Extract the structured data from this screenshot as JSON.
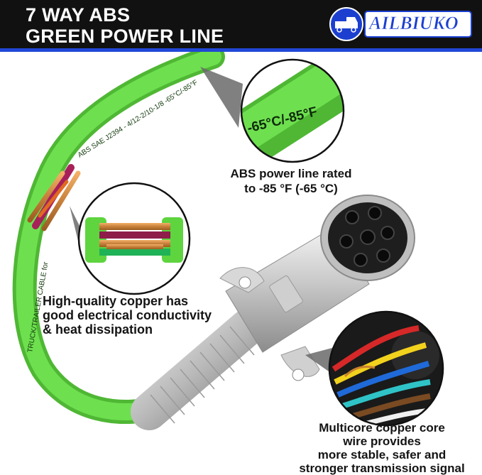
{
  "header": {
    "title_line1": "7 WAY ABS",
    "title_line2": "GREEN POWER LINE",
    "brand": "AILBIUKO"
  },
  "cable": {
    "print_top": "ABS SAE J2394 - 4/12-2/10-1/8 -65°C/-85°F",
    "print_side": "TRUCK/TRAILER CABLE for",
    "zoom_temp": "-65°C/-85°F"
  },
  "callouts": {
    "temperature": {
      "line1": "ABS power line rated",
      "line2": "to -85 °F (-65 °C)"
    },
    "copper": {
      "line1": "High-quality copper has",
      "line2": "good electrical conductivity",
      "line3": "& heat dissipation"
    },
    "multicore": {
      "line1": "Multicore copper core",
      "line2": "wire provides",
      "line3": "more stable, safer and",
      "line4": "stronger transmission signal"
    }
  },
  "colors": {
    "header_bg": "#111111",
    "header_accent": "#2147d6",
    "cable_green": "#66dd4b",
    "brand_blue": "#1c3fd0"
  }
}
